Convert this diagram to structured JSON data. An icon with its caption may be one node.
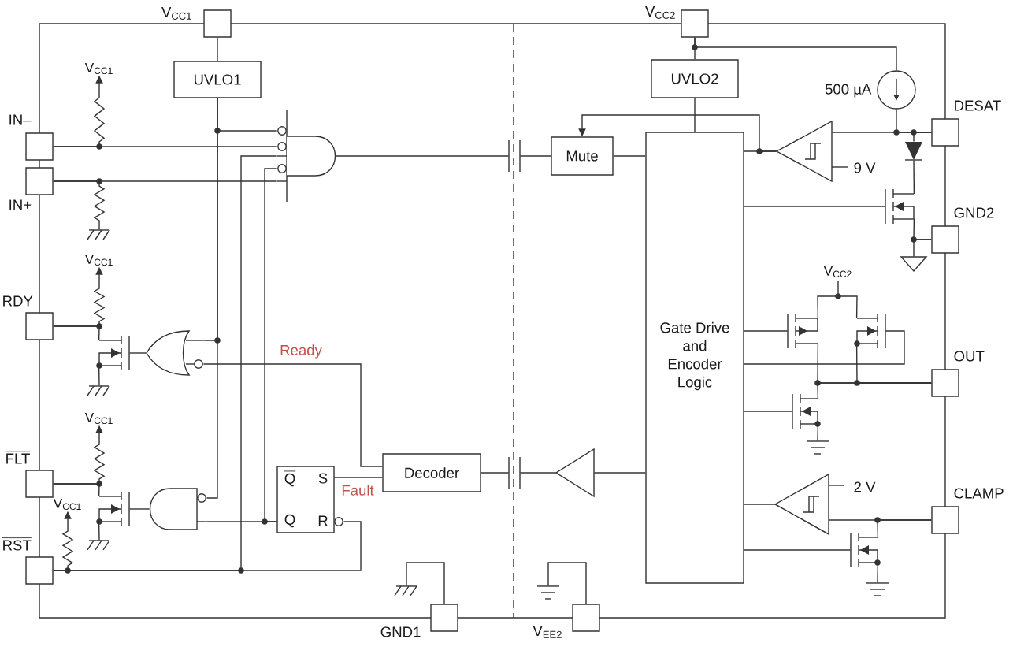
{
  "diagram": {
    "nodes": [
      {
        "text": [
          "V$_{CC1}$"
        ]
      },
      {
        "text": [
          "V$_{CC2}$"
        ]
      },
      {
        "text": [
          "UVLO1"
        ]
      },
      {
        "text": [
          "UVLO2"
        ]
      },
      {
        "text": [],
        "shape": "circle",
        "beside": [
          "500 µA"
        ]
      },
      {
        "text": [
          "DESAT"
        ]
      },
      {
        "text": [
          "IN–"
        ]
      },
      {
        "text": [],
        "shape": "gate"
      },
      {
        "text": [],
        "shape": "capacitor"
      },
      {
        "text": [
          "Mute"
        ]
      },
      {
        "text": [],
        "shape": "triangle",
        "beside": [
          "9 V"
        ]
      },
      {
        "text": [
          "IN+"
        ]
      },
      {
        "text": [
          "Gate Drive and Encoder Logic"
        ]
      },
      {
        "text": [
          "GND2"
        ]
      },
      {
        "text": [
          "RDY"
        ]
      },
      {
        "text": [],
        "shape": "gate"
      },
      {
        "text": [
          "OUT"
        ]
      },
      {
        "text": [
          "FLT"
        ]
      },
      {
        "text": [],
        "shape": "gate"
      },
      {
        "text": [
          "Q",
          "S",
          "Q",
          "R"
        ]
      },
      {
        "text": [
          "Decoder"
        ]
      },
      {
        "text": [],
        "shape": "capacitor"
      },
      {
        "text": [],
        "shape": "triangle"
      },
      {
        "text": [],
        "shape": "triangle",
        "beside": [
          "2 V"
        ]
      },
      {
        "text": [
          "CLAMP"
        ]
      },
      {
        "text": [
          "RST"
        ]
      },
      {
        "text": [
          "GND1"
        ]
      },
      {
        "text": [
          "V$_{EE2}$"
        ]
      },
      {
        "text": [],
        "shape": "diode"
      },
      {
        "text": [],
        "shape": "transistor"
      },
      {
        "text": [],
        "shape": "transistor"
      },
      {
        "text": [],
        "shape": "transistor"
      },
      {
        "text": [],
        "shape": "transistor"
      },
      {
        "text": [],
        "shape": "transistor"
      },
      {
        "text": [],
        "shape": "transistor"
      },
      {
        "text": [],
        "shape": "transistor"
      },
      {
        "text": [
          "V$_{CC1}$"
        ]
      },
      {
        "text": [
          "V$_{CC1}$"
        ]
      },
      {
        "text": [
          "V$_{CC1}$"
        ]
      },
      {
        "text": [
          "V$_{CC1}$"
        ]
      },
      {
        "text": [],
        "shape": "ground"
      },
      {
        "text": [],
        "shape": "ground"
      },
      {
        "text": [],
        "shape": "ground"
      },
      {
        "text": [],
        "shape": "ground"
      },
      {
        "text": [],
        "shape": "ground"
      },
      {
        "text": [],
        "shape": "ground"
      },
      {
        "text": [],
        "shape": "ground"
      },
      {
        "text": [],
        "shape": "ground"
      }
    ],
    "edges": [
      {
        "from": 0,
        "to": 2,
        "arrow": "none"
      },
      {
        "from": 1,
        "to": 3,
        "arrow": "none"
      },
      {
        "from": 1,
        "to": 4,
        "arrow": "none"
      },
      {
        "from": 3,
        "to": 12,
        "arrow": "none"
      },
      {
        "from": 4,
        "to": 5,
        "arrow": "none"
      },
      {
        "from": 5,
        "to": 10,
        "arrow": "none"
      },
      {
        "from": 10,
        "to": 12,
        "arrow": "none"
      },
      {
        "from": 10,
        "to": 9,
        "arrow": "to"
      },
      {
        "from": 6,
        "to": 7,
        "arrow": "none"
      },
      {
        "from": 11,
        "to": 7,
        "arrow": "none"
      },
      {
        "from": 2,
        "to": 7,
        "arrow": "none"
      },
      {
        "from": 2,
        "to": 15,
        "arrow": "none"
      },
      {
        "from": 2,
        "to": 18,
        "arrow": "none"
      },
      {
        "from": 7,
        "to": 8,
        "arrow": "none"
      },
      {
        "from": 8,
        "to": 9,
        "arrow": "none"
      },
      {
        "from": 9,
        "to": 12,
        "arrow": "none"
      },
      {
        "from": 19,
        "to": 18,
        "arrow": "none"
      },
      {
        "from": 19,
        "to": 7,
        "arrow": "none"
      },
      {
        "from": 25,
        "to": 19,
        "arrow": "none"
      },
      {
        "from": 25,
        "to": 7,
        "arrow": "none"
      },
      {
        "from": 20,
        "to": 15,
        "label": "Ready",
        "arrow": "none"
      },
      {
        "from": 20,
        "to": 19,
        "label": "Fault",
        "arrow": "none"
      },
      {
        "from": 12,
        "to": 22,
        "arrow": "none"
      },
      {
        "from": 22,
        "to": 21,
        "arrow": "none"
      },
      {
        "from": 21,
        "to": 20,
        "arrow": "none"
      },
      {
        "from": 23,
        "to": 12,
        "arrow": "none"
      },
      {
        "from": 24,
        "to": 23,
        "arrow": "none"
      },
      {
        "from": 5,
        "to": 28,
        "arrow": "none"
      },
      {
        "from": 28,
        "to": 29,
        "arrow": "none"
      },
      {
        "from": 29,
        "to": 13,
        "arrow": "none"
      },
      {
        "from": 12,
        "to": 29,
        "arrow": "none"
      },
      {
        "from": 12,
        "to": 31,
        "arrow": "none"
      },
      {
        "from": 12,
        "to": 32,
        "arrow": "none"
      },
      {
        "from": 12,
        "to": 33,
        "arrow": "none"
      },
      {
        "from": 12,
        "to": 35,
        "arrow": "none"
      },
      {
        "from": 31,
        "to": 32,
        "arrow": "none"
      },
      {
        "from": 31,
        "to": 16,
        "arrow": "none"
      },
      {
        "from": 32,
        "to": 16,
        "arrow": "none"
      },
      {
        "from": 33,
        "to": 16,
        "arrow": "none"
      },
      {
        "from": 35,
        "to": 24,
        "arrow": "none"
      },
      {
        "from": 14,
        "to": 30,
        "arrow": "none"
      },
      {
        "from": 15,
        "to": 30,
        "arrow": "none"
      },
      {
        "from": 17,
        "to": 34,
        "arrow": "none"
      },
      {
        "from": 18,
        "to": 34,
        "arrow": "none"
      },
      {
        "from": 6,
        "to": 36,
        "arrow": "to"
      },
      {
        "from": 14,
        "to": 37,
        "arrow": "to"
      },
      {
        "from": 17,
        "to": 38,
        "arrow": "to"
      },
      {
        "from": 25,
        "to": 39,
        "arrow": "to"
      },
      {
        "from": 11,
        "to": 40,
        "arrow": "none"
      },
      {
        "from": 30,
        "to": 41,
        "arrow": "none"
      },
      {
        "from": 34,
        "to": 42,
        "arrow": "none"
      },
      {
        "from": 13,
        "to": 43,
        "arrow": "none"
      },
      {
        "from": 33,
        "to": 44,
        "arrow": "none"
      },
      {
        "from": 26,
        "to": 45,
        "arrow": "none"
      },
      {
        "from": 27,
        "to": 46,
        "arrow": "none"
      },
      {
        "from": 35,
        "to": 47,
        "arrow": "none"
      }
    ],
    "labels": [
      "V$_{CC2}$"
    ]
  }
}
